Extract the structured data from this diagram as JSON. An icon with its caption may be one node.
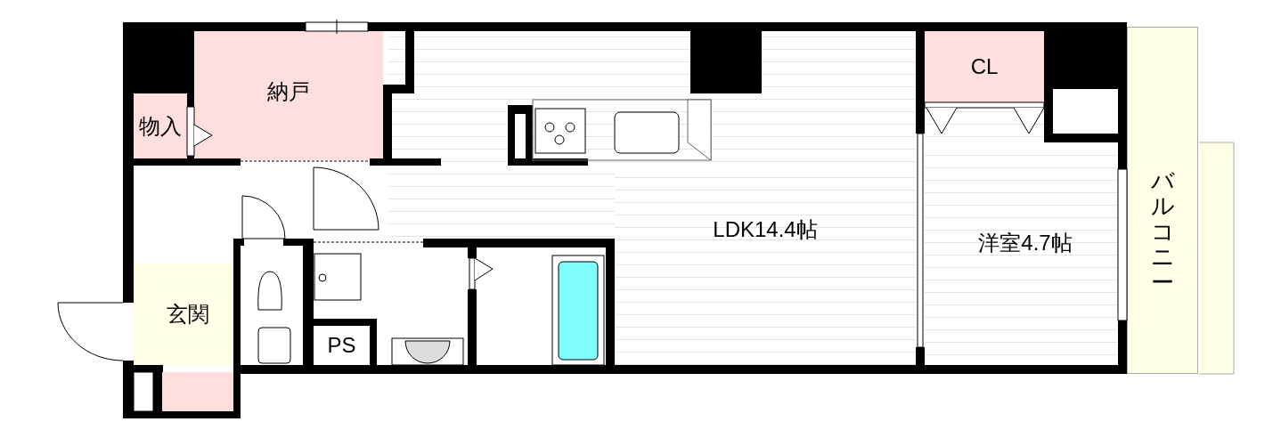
{
  "diagram": {
    "nodes": [
      {
        "text": [
          "納戸"
        ]
      },
      {
        "text": [
          "物入"
        ]
      },
      {
        "text": [
          "LDK14.4帖"
        ]
      },
      {
        "text": [
          "CL"
        ]
      },
      {
        "text": [
          "洋室4.7帖"
        ]
      },
      {
        "text": [
          "バルコニー"
        ]
      },
      {
        "text": [
          "玄関"
        ]
      },
      {
        "text": [
          "PS"
        ]
      }
    ]
  }
}
